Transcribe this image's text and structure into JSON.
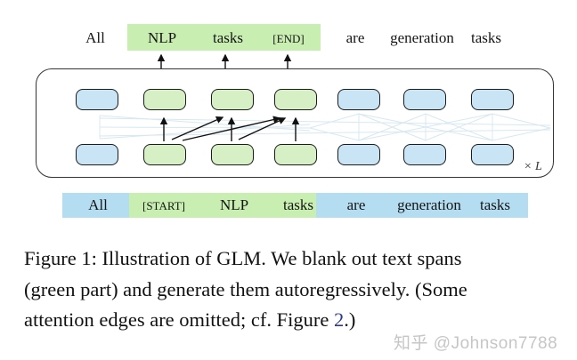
{
  "figure": {
    "top_row": {
      "words": [
        "All",
        "NLP",
        "tasks",
        "[END]",
        "are",
        "generation",
        "tasks"
      ]
    },
    "bottom_row": {
      "words": [
        "All",
        "[START]",
        "NLP",
        "tasks",
        "are",
        "generation",
        "tasks"
      ]
    },
    "box": {
      "scale_label": "× L"
    },
    "tokens": {
      "top_pattern": [
        "blue",
        "green",
        "green",
        "green",
        "blue",
        "blue",
        "blue"
      ],
      "bottom_pattern": [
        "blue",
        "green",
        "green",
        "green",
        "blue",
        "blue",
        "blue"
      ]
    },
    "strip_segments": [
      "blue",
      "green",
      "blue"
    ]
  },
  "caption": {
    "line1": "Figure 1: Illustration of GLM. We blank out text spans",
    "line2": "(green part) and generate them autoregressively. (Some",
    "line3_prefix": "attention edges are omitted; cf. Figure ",
    "line3_link": "2",
    "line3_suffix": ".)"
  },
  "watermark": "知乎 @Johnson7788",
  "colors": {
    "token_blue": "#c8e4f5",
    "token_green": "#d6efc4",
    "strip_blue": "#b5ddf2",
    "highlight_green": "#c9eeb2",
    "attention_edge": "#d7e8f1",
    "arrow_black": "#111111",
    "figure_link_blue": "#2d3a8c",
    "watermark_gray": "#c6c6c6"
  }
}
